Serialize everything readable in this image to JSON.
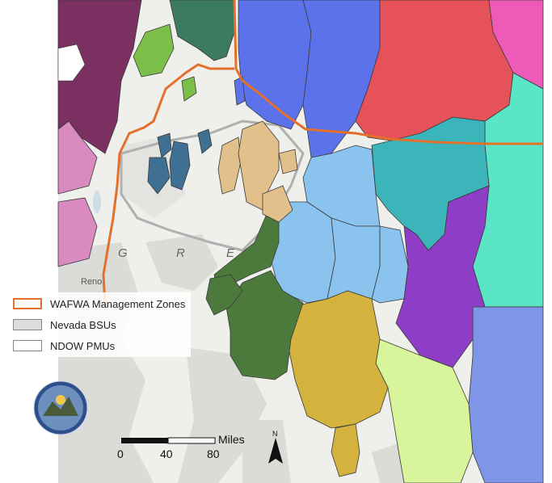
{
  "legend": {
    "items": [
      {
        "label": "WAFWA Management Zones",
        "swatch": "zone-line",
        "color": "#e3712c"
      },
      {
        "label": "Nevada BSUs",
        "swatch": "bsu-fill",
        "color": "#dcdcdc"
      },
      {
        "label": "NDOW PMUs",
        "swatch": "pmu-outline",
        "color": "#ffffff"
      }
    ]
  },
  "scale_bar": {
    "unit_label": "Miles",
    "ticks": [
      "0",
      "40",
      "80"
    ]
  },
  "north_arrow": {
    "label": "N"
  },
  "map_labels": {
    "basin_letters": [
      "G",
      "R",
      "E"
    ],
    "city": "Reno"
  },
  "colors": {
    "zone_line": "#e3712c",
    "basemap": "#f1f1ef",
    "terrain": "#d7d7d5"
  },
  "emblem": {
    "icon": "nevada-state-seal-icon"
  }
}
